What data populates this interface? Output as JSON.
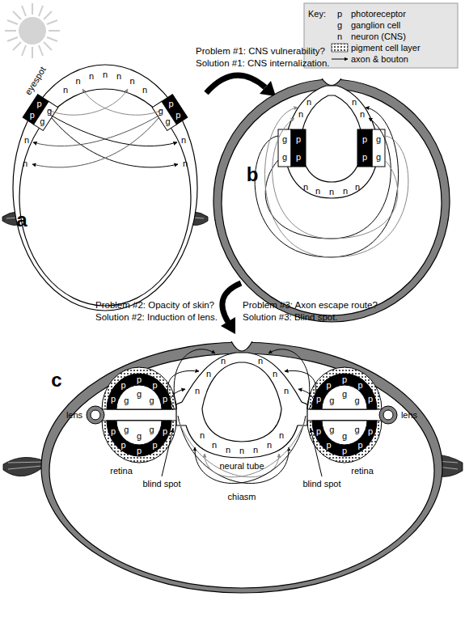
{
  "diagram": {
    "labels": [
      "Key:",
      "p",
      "g",
      "n",
      "a",
      "eyespot",
      "n",
      "n",
      "n",
      "n",
      "n",
      "n",
      "n",
      "p",
      "p",
      "g",
      "g",
      "p",
      "p",
      "g",
      "g",
      "n",
      "n",
      "n",
      "n",
      "Problem #1: CNS vulnerability?",
      "Solution #1: CNS internalization.",
      "b",
      "g",
      "g",
      "p",
      "p",
      "g",
      "g",
      "p",
      "p",
      "n",
      "n",
      "n",
      "n",
      "n",
      "n",
      "n",
      "n",
      "n",
      "Problem #2: Opacity of skin?",
      "Solution #2: Induction of lens.",
      "Problem #3: Axon escape route?",
      "Solution #3: Blind spot.",
      "c",
      "lens",
      "lens",
      "retina",
      "retina",
      "blind spot",
      "blind spot",
      "neural tube",
      "chiasm",
      "p",
      "p",
      "p",
      "p",
      "p",
      "p",
      "p",
      "p",
      "p",
      "p",
      "g",
      "g",
      "g",
      "g",
      "g",
      "g",
      "p",
      "p",
      "p",
      "p",
      "p",
      "p",
      "p",
      "p",
      "p",
      "p",
      "g",
      "g",
      "g",
      "g",
      "g",
      "g",
      "n",
      "n",
      "n",
      "n",
      "n",
      "n",
      "n",
      "n",
      "n",
      "n",
      "n",
      "n",
      "n"
    ],
    "legend": [
      {
        "text": "photoreceptor"
      },
      {
        "text": "ganglion cell"
      },
      {
        "text": "neuron (CNS)"
      },
      {
        "text": "pigment cell layer"
      },
      {
        "text": "axon & bouton"
      }
    ]
  }
}
